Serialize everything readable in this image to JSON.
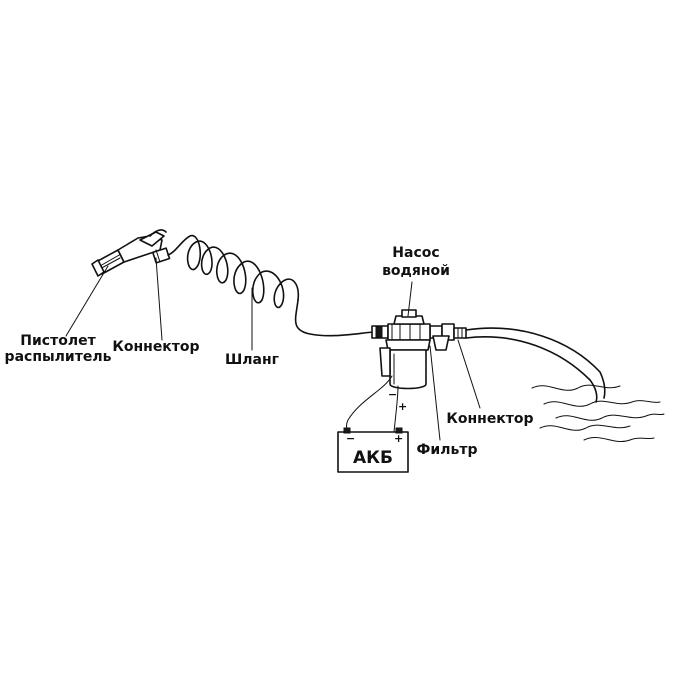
{
  "labels": {
    "gun_line1": "Пистолет",
    "gun_line2": "распылитель",
    "connector_left": "Коннектор",
    "hose": "Шланг",
    "pump_line1": "Насос",
    "pump_line2": "водяной",
    "connector_right": "Коннектор",
    "filter": "Фильтр",
    "battery": "АКБ",
    "battery_minus": "−",
    "battery_plus": "+",
    "wire_minus": "−",
    "wire_plus": "+"
  }
}
